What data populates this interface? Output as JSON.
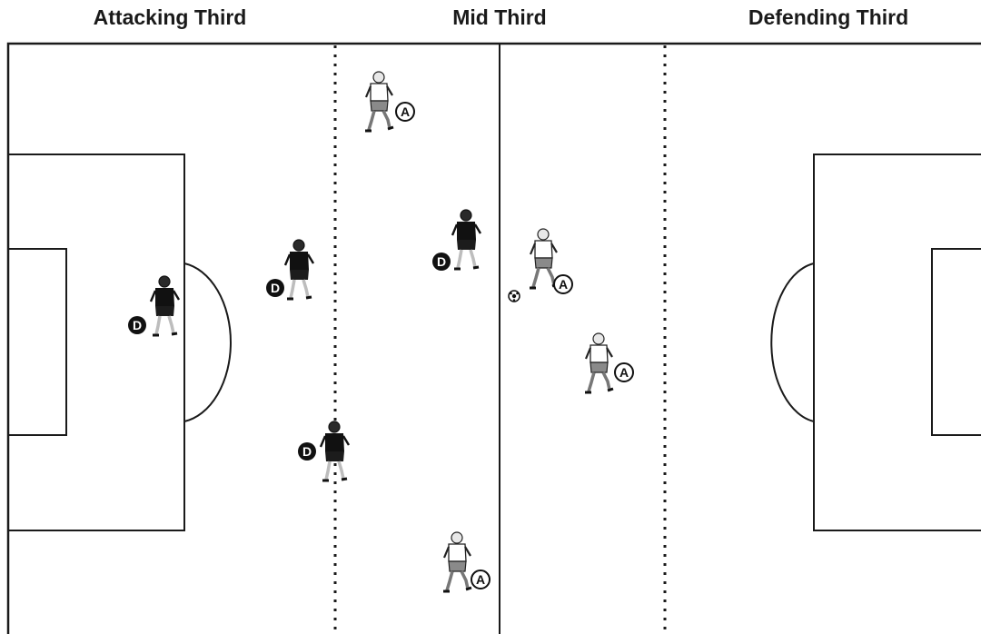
{
  "zones": {
    "attacking": "Attacking Third",
    "mid": "Mid Third",
    "defending": "Defending Third"
  },
  "colors": {
    "line": "#1a1a1a",
    "attacker_shirt": "#ffffff",
    "attacker_shorts": "#8a8a8a",
    "defender_kit": "#111111",
    "skin": "#e8e8e8"
  },
  "players": [
    {
      "team": "attacker",
      "marker": "A"
    },
    {
      "team": "attacker",
      "marker": "A"
    },
    {
      "team": "attacker",
      "marker": "A"
    },
    {
      "team": "attacker",
      "marker": "A"
    },
    {
      "team": "defender",
      "marker": "D"
    },
    {
      "team": "defender",
      "marker": "D"
    },
    {
      "team": "defender",
      "marker": "D"
    },
    {
      "team": "defender",
      "marker": "D"
    }
  ],
  "ball": {
    "icon": "soccer-ball-icon",
    "holder": "attacker"
  }
}
